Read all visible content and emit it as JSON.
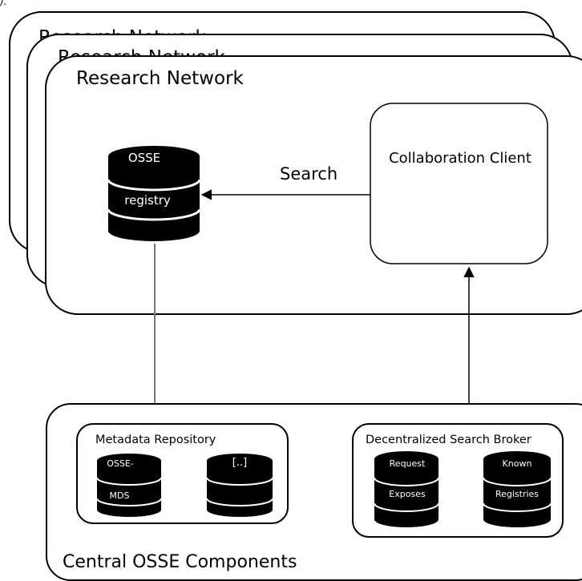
{
  "corner_fragment": ").",
  "research_network": {
    "back_label": "Research Network",
    "middle_label": "Research Network",
    "front_label": "Research Network",
    "osse_registry": {
      "top_label": "OSSE",
      "bottom_label": "registry"
    },
    "search_label": "Search",
    "collaboration_client_label": "Collaboration Client"
  },
  "central_components": {
    "label": "Central OSSE Components",
    "metadata_repository": {
      "label": "Metadata Repository",
      "db1": {
        "top_label": "OSSE-",
        "bottom_label": "MDS"
      },
      "db2": {
        "top_label": "[..]",
        "bottom_label": ""
      }
    },
    "search_broker": {
      "label": "Decentralized Search Broker",
      "db1": {
        "top_label": "Request",
        "bottom_label": "Exposes"
      },
      "db2": {
        "top_label": "Known",
        "bottom_label": "Registries"
      }
    }
  }
}
